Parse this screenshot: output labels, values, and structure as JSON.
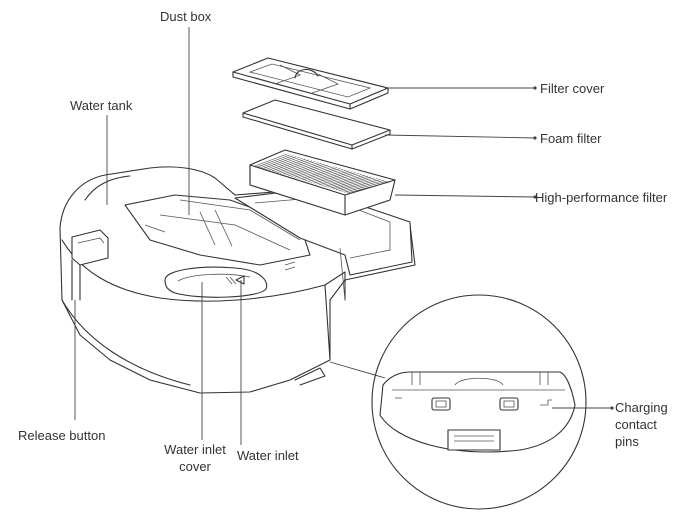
{
  "labels": {
    "dust_box": "Dust box",
    "water_tank": "Water tank",
    "filter_cover": "Filter cover",
    "foam_filter": "Foam filter",
    "high_performance_filter": "High-performance filter",
    "release_button": "Release button",
    "water_inlet_cover_line1": "Water inlet",
    "water_inlet_cover_line2": "cover",
    "water_inlet": "Water inlet",
    "charging_line1": "Charging",
    "charging_line2": "contact",
    "charging_line3": "pins"
  }
}
